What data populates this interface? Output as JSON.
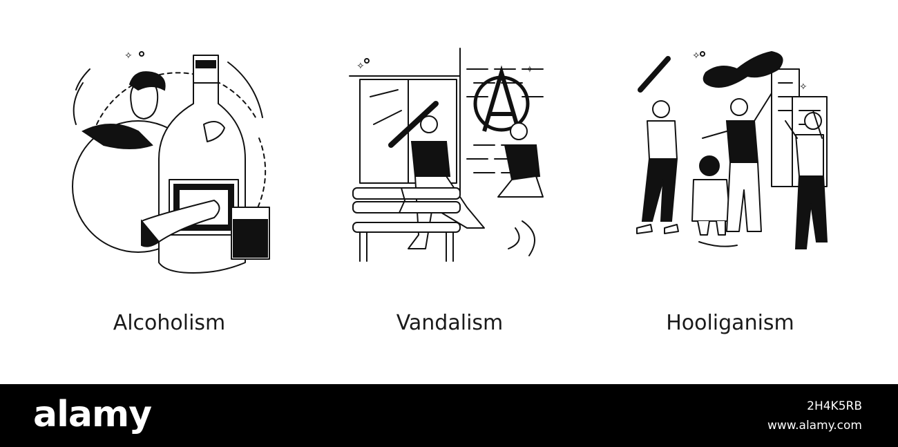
{
  "panels": [
    {
      "caption": "Alcoholism",
      "icon": "man-hugging-bottle-icon"
    },
    {
      "caption": "Vandalism",
      "icon": "vandals-breaking-bench-icon"
    },
    {
      "caption": "Hooliganism",
      "icon": "hooligans-fighting-icon"
    }
  ],
  "footer": {
    "logo": "alamy",
    "stock_id": "2H4K5RB",
    "url": "www.alamy.com"
  },
  "colors": {
    "ink": "#111111",
    "background": "#ffffff",
    "footer": "#000000"
  }
}
